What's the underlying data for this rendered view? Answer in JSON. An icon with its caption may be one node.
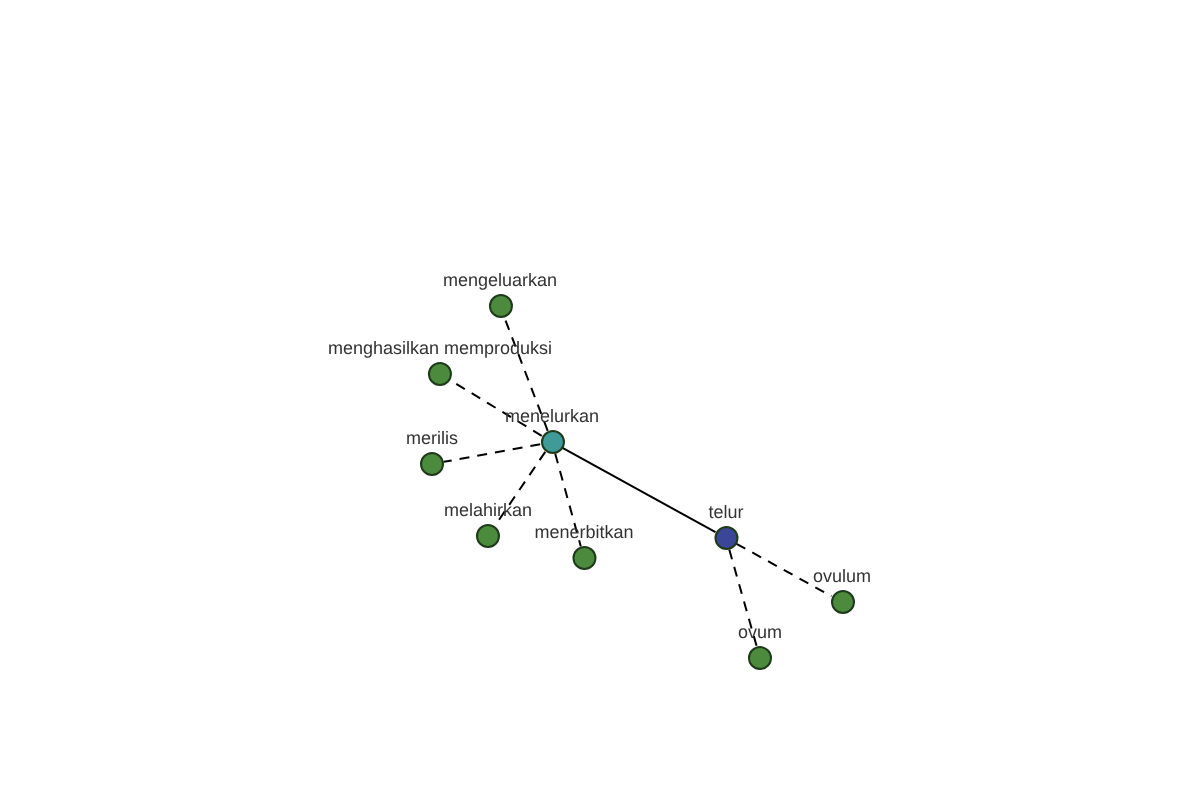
{
  "diagram": {
    "nodes": [
      {
        "text": [
          "mengeluarkan"
        ]
      },
      {
        "text": [
          "menghasilkan memproduksi"
        ]
      },
      {
        "text": [
          "merilis"
        ]
      },
      {
        "text": [
          "menelurkan"
        ]
      },
      {
        "text": [
          "melahirkan"
        ]
      },
      {
        "text": [
          "menerbitkan"
        ]
      },
      {
        "text": [
          "telur"
        ]
      },
      {
        "text": [
          "ovulum"
        ]
      },
      {
        "text": [
          "ovum"
        ]
      }
    ],
    "edges": [
      {
        "from": 3,
        "to": 0,
        "arrow": "none",
        "style": "dashed"
      },
      {
        "from": 3,
        "to": 1,
        "arrow": "none",
        "style": "dashed"
      },
      {
        "from": 3,
        "to": 2,
        "arrow": "none",
        "style": "dashed"
      },
      {
        "from": 3,
        "to": 4,
        "arrow": "none",
        "style": "dashed"
      },
      {
        "from": 3,
        "to": 5,
        "arrow": "none",
        "style": "dashed"
      },
      {
        "from": 3,
        "to": 6,
        "arrow": "none"
      },
      {
        "from": 6,
        "to": 7,
        "arrow": "none",
        "style": "dashed"
      },
      {
        "from": 6,
        "to": 8,
        "arrow": "none",
        "style": "dashed"
      }
    ]
  }
}
